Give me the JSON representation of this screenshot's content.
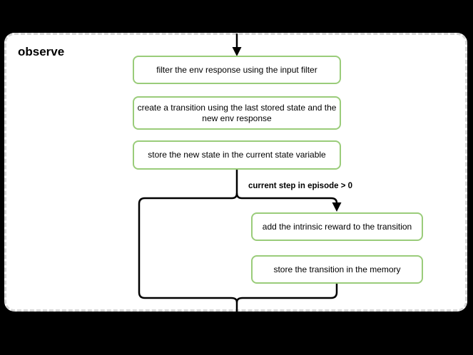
{
  "canvas": {
    "background": "#000000"
  },
  "card": {
    "title": "observe",
    "background": "#ffffff",
    "border_color": "#d6d6d6"
  },
  "colors": {
    "node_border": "#9acc7a",
    "connector": "#000000",
    "text": "#000000"
  },
  "flow": {
    "condition_label": "current step in episode > 0",
    "nodes": [
      {
        "id": "filter-env-response",
        "label": "filter the env response using the input filter"
      },
      {
        "id": "create-transition",
        "label": "create a transition using the last stored state and the new env response"
      },
      {
        "id": "store-new-state",
        "label": "store the new state in the current state variable"
      },
      {
        "id": "add-intrinsic-reward",
        "label": "add the intrinsic reward to the transition"
      },
      {
        "id": "store-transition",
        "label": "store the transition in the memory"
      }
    ]
  }
}
